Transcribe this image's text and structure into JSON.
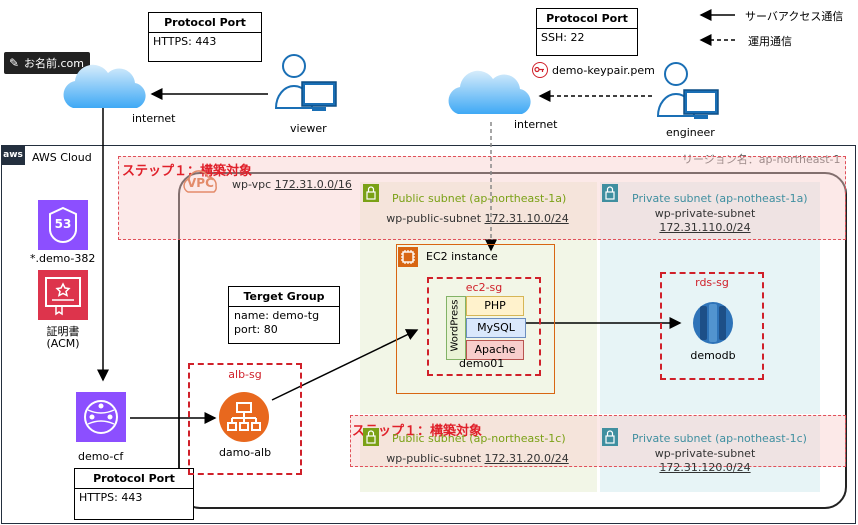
{
  "legend": {
    "server_access": "サーバアクセス通信",
    "ops_comm": "運用通信"
  },
  "onamae": {
    "label": "お名前.com"
  },
  "protocol_top_left": {
    "title": "Protocol Port",
    "value": "HTTPS: 443"
  },
  "protocol_top_right": {
    "title": "Protocol Port",
    "value": "SSH: 22"
  },
  "protocol_bottom": {
    "title": "Protocol Port",
    "value": "HTTPS: 443"
  },
  "keypair": {
    "label": "demo-keypair.pem"
  },
  "internet_left": {
    "label": "internet"
  },
  "internet_right": {
    "label": "internet"
  },
  "viewer": {
    "label": "viewer"
  },
  "engineer": {
    "label": "engineer"
  },
  "aws_cloud": {
    "label": "AWS Cloud"
  },
  "region": {
    "label": "リージョン名：ap-northeast-1"
  },
  "step1_top": {
    "label": "ステップ１：構築対象"
  },
  "step1_bottom": {
    "label": "ステップ１：構築対象"
  },
  "vpc": {
    "icon_text": "VPC",
    "name": "wp-vpc",
    "cidr": "172.31.0.0/16"
  },
  "subnet_pub_1a": {
    "title": "Public subnet (ap-northeast-1a)",
    "name": "wp-public-subnet",
    "cidr": "172.31.10.0/24"
  },
  "subnet_prv_1a": {
    "title": "Private subnet (ap-notheast-1a)",
    "name": "wp-private-subnet",
    "cidr": "172.31.110.0/24"
  },
  "subnet_pub_1c": {
    "title": "Public subnet (ap-northeast-1c)",
    "name": "wp-public-subnet",
    "cidr": "172.31.20.0/24"
  },
  "subnet_prv_1c": {
    "title": "Private subnet (ap-notheast-1c)",
    "name": "wp-private-subnet",
    "cidr": "172.31.120.0/24"
  },
  "route53": {
    "icon_text": "53",
    "label": "*.demo-382"
  },
  "acm": {
    "label_line1": "証明書",
    "label_line2": "(ACM)"
  },
  "cloudfront": {
    "label": "demo-cf"
  },
  "target_group": {
    "title": "Terget Group",
    "name_line": "name: demo-tg",
    "port_line": "port: 80"
  },
  "alb_sg": {
    "label": "alb-sg"
  },
  "alb": {
    "label": "damo-alb"
  },
  "ec2": {
    "label": "EC2 instance"
  },
  "ec2_sg": {
    "label": "ec2-sg"
  },
  "wordpress": {
    "label": "WordPress"
  },
  "php": {
    "label": "PHP"
  },
  "mysql": {
    "label": "MySQL"
  },
  "apache": {
    "label": "Apache"
  },
  "demo01": {
    "label": "demo01"
  },
  "rds_sg": {
    "label": "rds-sg"
  },
  "rds": {
    "label": "demodb"
  },
  "colors": {
    "accent_red": "#d0202a",
    "public_subnet": "#7aa116",
    "private_subnet": "#3f8fa0",
    "ec2_orange": "#d86613",
    "route53_purple": "#8c4fff",
    "acm_red": "#dd344c",
    "rds_blue": "#2e73b8"
  }
}
